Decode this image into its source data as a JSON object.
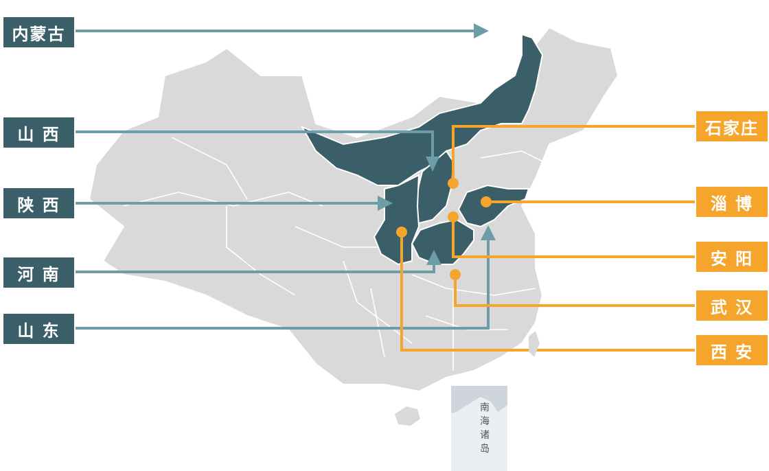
{
  "colors": {
    "province_highlight": "#3a5f68",
    "city_accent": "#f5a42c",
    "connector_teal": "#6d9ea7",
    "map_base": "#d9d9d9",
    "border": "#ffffff"
  },
  "provinces": [
    {
      "id": "neimenggu",
      "label": "内蒙古"
    },
    {
      "id": "shanxi",
      "label": "山 西"
    },
    {
      "id": "shaanxi",
      "label": "陕 西"
    },
    {
      "id": "henan",
      "label": "河 南"
    },
    {
      "id": "shandong",
      "label": "山 东"
    }
  ],
  "cities": [
    {
      "id": "shijiazhuang",
      "label": "石家庄"
    },
    {
      "id": "zibo",
      "label": "淄 博"
    },
    {
      "id": "anyang",
      "label": "安 阳"
    },
    {
      "id": "wuhan",
      "label": "武 汉"
    },
    {
      "id": "xian",
      "label": "西 安"
    }
  ],
  "inset": {
    "label": "南海诸岛"
  }
}
